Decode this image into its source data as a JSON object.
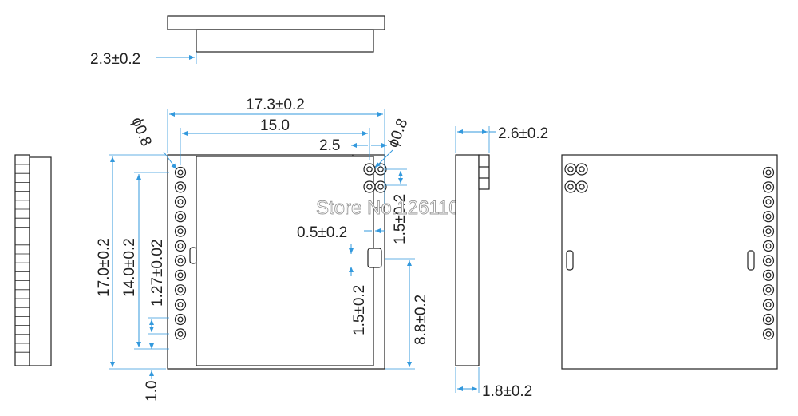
{
  "labels": {
    "top_thickness": "2.3±0.2",
    "total_width": "17.3±0.2",
    "inner_width": "15.0",
    "hole_dia_left": "ϕ0.8",
    "hole_dia_right": "ϕ0.8",
    "pin_offset": "2.5",
    "height_total": "17.0±0.2",
    "height_pins": "14.0±0.2",
    "pitch": "1.27±0.02",
    "bottom_margin": "1.0",
    "notch_width": "0.5±0.2",
    "notch_top": "1.5±0.2",
    "notch_len": "1.5±0.2",
    "notch_bottom": "8.8±0.2",
    "side_thickness": "2.6±0.2",
    "side_base": "1.8±0.2"
  },
  "watermark": "Store No.1261107",
  "pins": {
    "main_column_count": 12,
    "right_pair_count": 2
  }
}
